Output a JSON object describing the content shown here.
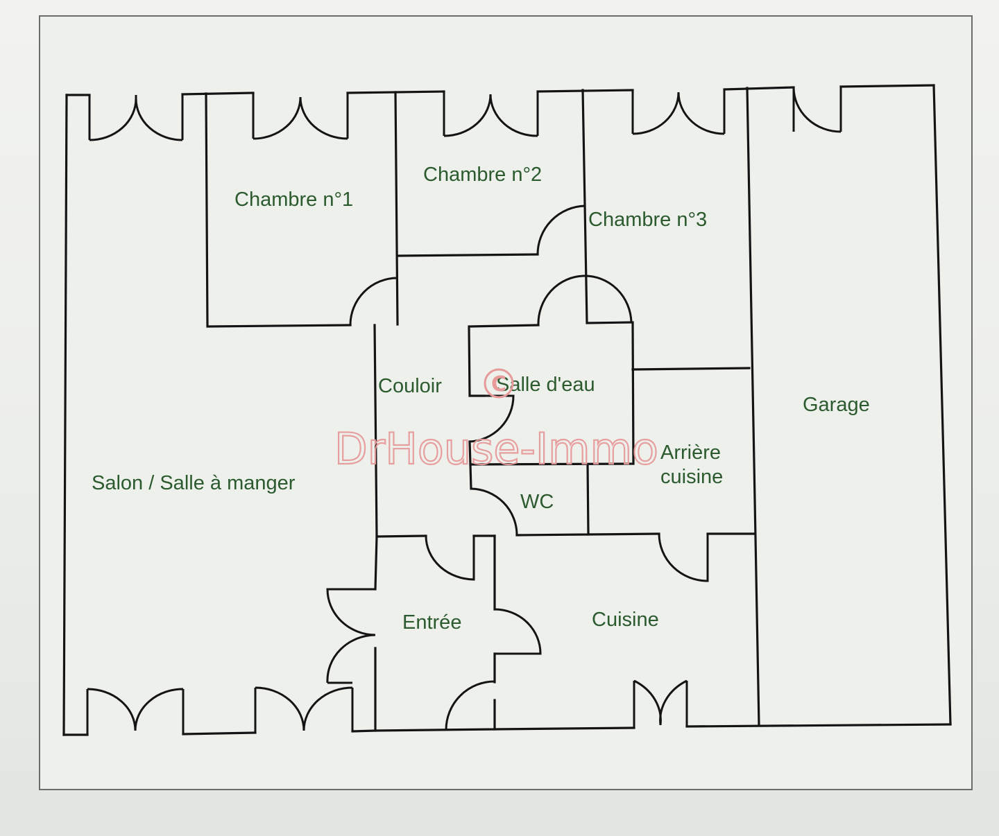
{
  "plan": {
    "rooms": {
      "chambre1": "Chambre n°1",
      "chambre2": "Chambre n°2",
      "chambre3": "Chambre n°3",
      "salon": "Salon / Salle à manger",
      "couloir": "Couloir",
      "salle_eau": "Salle d'eau",
      "arriere_line1": "Arrière",
      "arriere_line2": "cuisine",
      "wc": "WC",
      "entree": "Entrée",
      "cuisine": "Cuisine",
      "garage": "Garage"
    },
    "watermark": {
      "text": "DrHouse-Immo",
      "copyright_glyph": "C"
    },
    "colors": {
      "label": "#2b5a2e",
      "walls": "#141414",
      "watermark": "#e79a9a",
      "paper": "#eef0ec"
    }
  }
}
